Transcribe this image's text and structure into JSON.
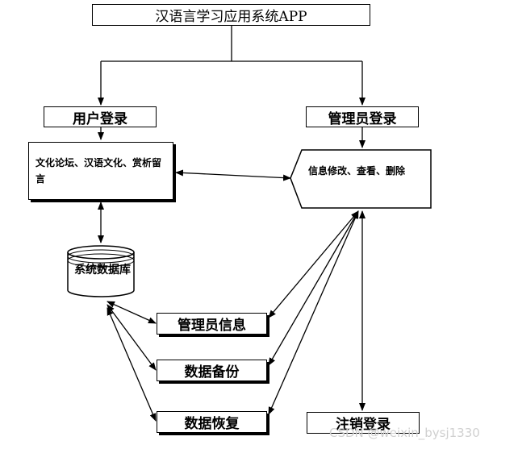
{
  "title": "汉语言学习应用系统APP",
  "user_login": "用户登录",
  "admin_login": "管理员登录",
  "user_functions": "文化论坛、汉语文化、赏析留言",
  "admin_functions": "信息修改、查看、删除",
  "database": "系统数据库",
  "admin_info": "管理员信息",
  "data_backup": "数据备份",
  "data_restore": "数据恢复",
  "logout": "注销登录",
  "watermark": "CSDN @weixin_bysj1330"
}
